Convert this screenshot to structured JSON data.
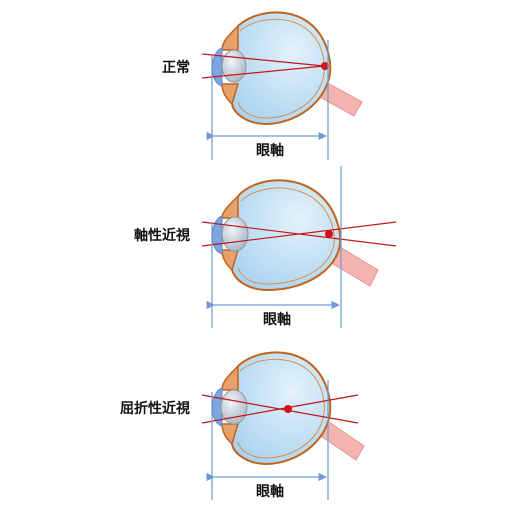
{
  "colors": {
    "sclera_stroke": "#c0641e",
    "vitreous_fill": "#b8dcf2",
    "vitreous_light": "#e4f2fb",
    "cornea_fill": "#7da6e0",
    "lens_fill": "#d3dbe3",
    "ray": "#c0161d",
    "focus": "#d4101a",
    "optic_nerve": "#f4b4b0",
    "guide": "#6f9ad6"
  },
  "panels": [
    {
      "label": "正常",
      "axis_label": "眼軸",
      "condition": "normal",
      "focus_on_retina": true
    },
    {
      "label": "軸性近視",
      "axis_label": "眼軸",
      "condition": "axial myopia",
      "focus_on_retina": false
    },
    {
      "label": "屈折性近視",
      "axis_label": "眼軸",
      "condition": "refractive myopia",
      "focus_on_retina": false
    }
  ]
}
